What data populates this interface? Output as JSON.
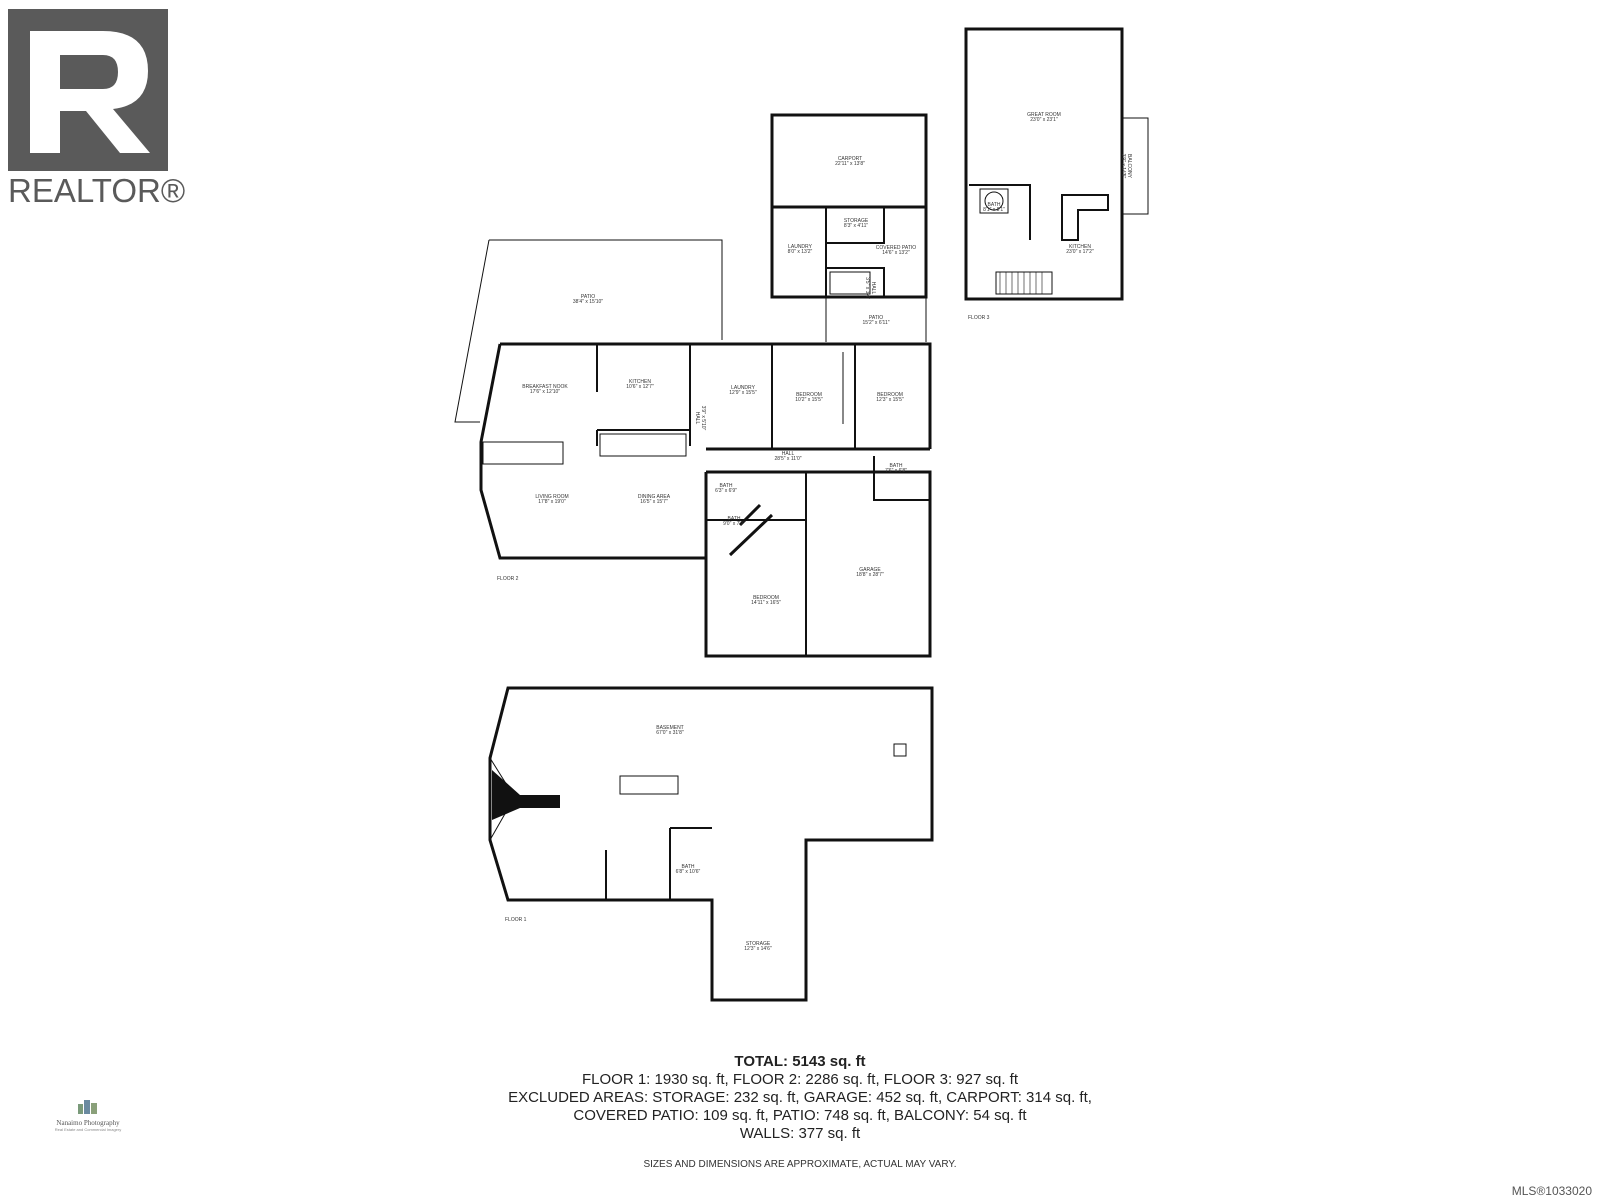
{
  "brand": {
    "logo_letter": "R",
    "wordmark": "REALTOR®",
    "color": "#5a5a5a"
  },
  "floors": {
    "floor1": "FLOOR 1",
    "floor2": "FLOOR 2",
    "floor3": "FLOOR 3"
  },
  "rooms": {
    "patio_main": {
      "name": "PATIO",
      "dims": "38'4\" x 15'10\""
    },
    "breakfast_nook": {
      "name": "BREAKFAST NOOK",
      "dims": "17'6\" x 12'10\""
    },
    "kitchen_f2": {
      "name": "KITCHEN",
      "dims": "10'6\" x 12'7\""
    },
    "laundry_f2": {
      "name": "LAUNDRY",
      "dims": "12'9\" x 15'5\""
    },
    "hall_small": {
      "name": "HALL",
      "dims": "3'9\" x 5'10\""
    },
    "bedroom_a": {
      "name": "BEDROOM",
      "dims": "10'2\" x 15'5\""
    },
    "bedroom_b": {
      "name": "BEDROOM",
      "dims": "12'3\" x 15'5\""
    },
    "hall_main": {
      "name": "HALL",
      "dims": "28'5\" x 11'0\""
    },
    "bath_c": {
      "name": "BATH",
      "dims": "7'6\" x 6'8\""
    },
    "bath_d": {
      "name": "BATH",
      "dims": "6'3\" x 6'9\""
    },
    "bath_e": {
      "name": "BATH",
      "dims": "9'0\" x 7'9\""
    },
    "living_room": {
      "name": "LIVING ROOM",
      "dims": "17'8\" x 19'0\""
    },
    "dining_area": {
      "name": "DINING AREA",
      "dims": "16'5\" x 15'7\""
    },
    "bedroom_c": {
      "name": "BEDROOM",
      "dims": "14'11\" x 16'5\""
    },
    "garage": {
      "name": "GARAGE",
      "dims": "18'8\" x 28'7\""
    },
    "carport": {
      "name": "CARPORT",
      "dims": "22'11\" x 13'8\""
    },
    "storage_small": {
      "name": "STORAGE",
      "dims": "8'3\" x 4'11\""
    },
    "laundry_b": {
      "name": "LAUNDRY",
      "dims": "8'0\" x 13'2\""
    },
    "covered_patio": {
      "name": "COVERED PATIO",
      "dims": "14'6\" x 13'2\""
    },
    "hall_b": {
      "name": "HALL",
      "dims": "3'5\" x 3'4\""
    },
    "patio_b": {
      "name": "PATIO",
      "dims": "15'2\" x 6'11\""
    },
    "great_room": {
      "name": "GREAT ROOM",
      "dims": "23'0\" x 23'1\""
    },
    "bath_f3": {
      "name": "BATH",
      "dims": "8'1\" x 8'1\""
    },
    "balcony": {
      "name": "BALCONY",
      "dims": "3'9\" x 14'5\""
    },
    "kitchen_f3": {
      "name": "KITCHEN",
      "dims": "23'0\" x 17'2\""
    },
    "basement": {
      "name": "BASEMENT",
      "dims": "67'0\" x 31'8\""
    },
    "bath_f1": {
      "name": "BATH",
      "dims": "6'8\" x 10'6\""
    },
    "storage_f1": {
      "name": "STORAGE",
      "dims": "12'3\" x 14'6\""
    }
  },
  "summary": {
    "total": "TOTAL: 5143 sq. ft",
    "floors": "FLOOR 1: 1930 sq. ft, FLOOR 2: 2286 sq. ft, FLOOR 3: 927 sq. ft",
    "excluded": "EXCLUDED AREAS: STORAGE: 232 sq. ft, GARAGE: 452 sq. ft, CARPORT: 314 sq. ft,",
    "covered": "COVERED PATIO: 109 sq. ft, PATIO: 748 sq. ft, BALCONY: 54 sq. ft",
    "walls": "WALLS: 377 sq. ft",
    "disclaimer": "SIZES AND DIMENSIONS ARE APPROXIMATE, ACTUAL MAY VARY."
  },
  "photographer": {
    "name": "Nanaimo Photography",
    "tagline": "Real Estate and Commercial Imagery"
  },
  "mls": "MLS®1033020"
}
